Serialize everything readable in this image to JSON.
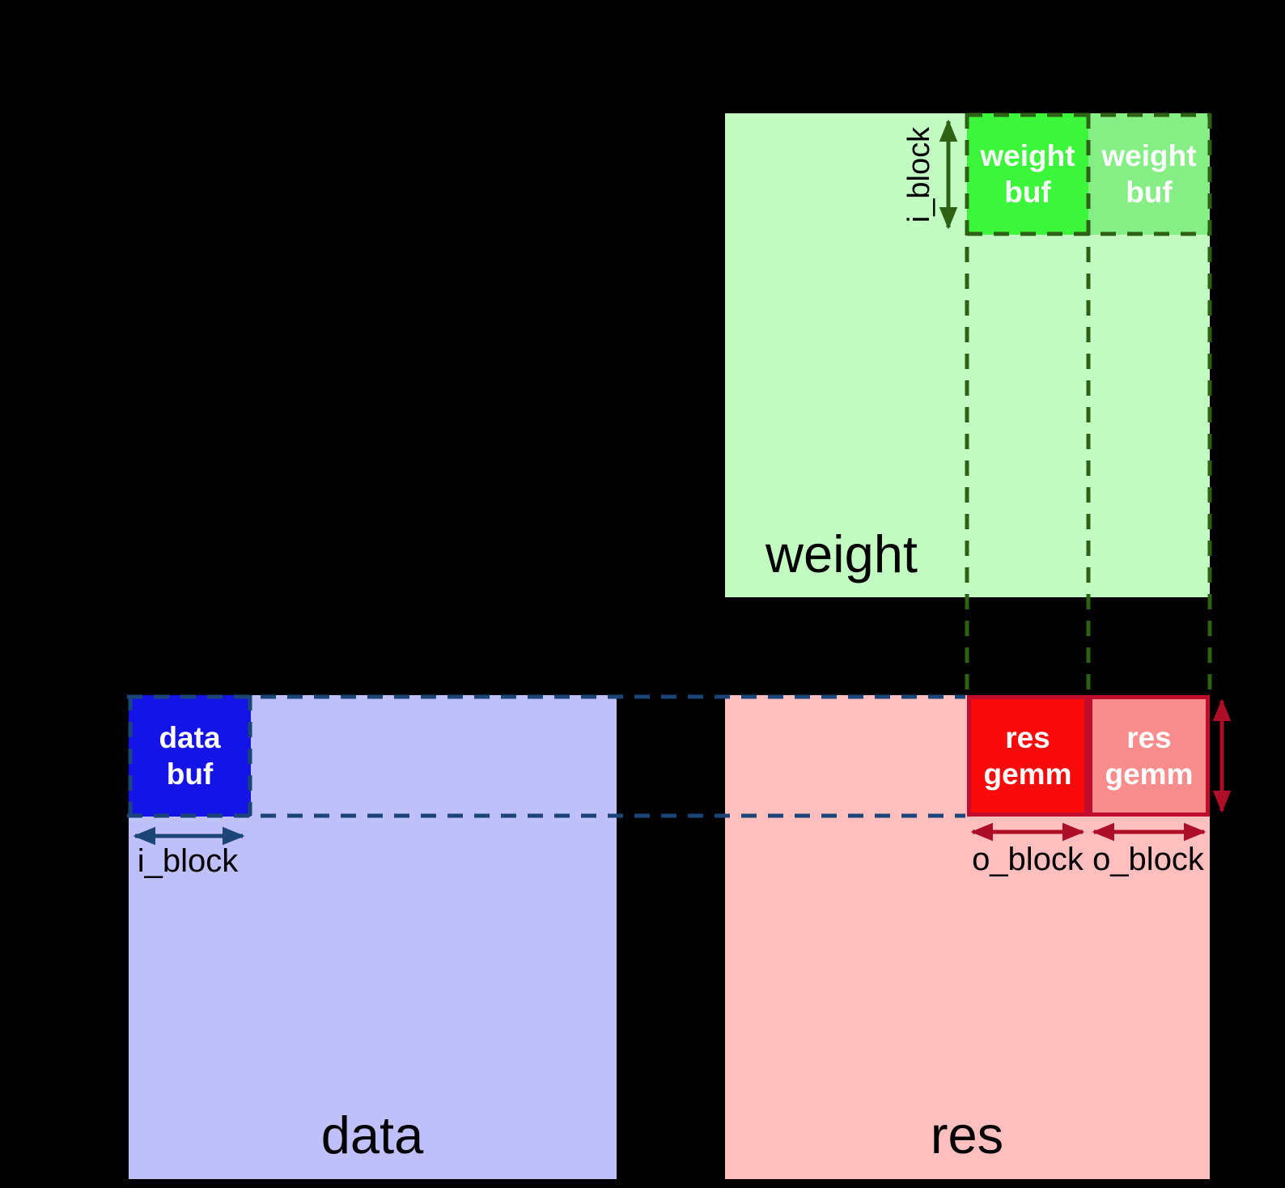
{
  "matrices": {
    "weight": {
      "label": "weight",
      "fill": "#c3fcc3"
    },
    "data": {
      "label": "data",
      "fill": "#bfbffa"
    },
    "res": {
      "label": "res",
      "fill": "#ffbfbf"
    }
  },
  "buffers": {
    "weight_buf_current": {
      "label": "weight\nbuf",
      "fill": "#3cf63c"
    },
    "weight_buf_next": {
      "label": "weight\nbuf",
      "fill": "#85ef85"
    },
    "data_buf": {
      "label": "data\nbuf",
      "fill": "#1414e6"
    },
    "res_gemm_current": {
      "label": "res\ngemm",
      "fill": "#fa0a0a",
      "border": "#c00c2d"
    },
    "res_gemm_next": {
      "label": "res\ngemm",
      "fill": "#f98c8c",
      "border": "#c00c2d"
    }
  },
  "dimensions": {
    "i_block_weight": "i_block",
    "i_block_data": "i_block",
    "o_block_current": "o_block",
    "o_block_next": "o_block"
  },
  "colors": {
    "background": "#000000",
    "green_dashed_line": "#2d6214",
    "blue_dashed_line": "#1b4577",
    "red_arrow": "#ad0e28",
    "matrix_label_text": "#000000",
    "buffer_label_text": "#ffffff"
  }
}
